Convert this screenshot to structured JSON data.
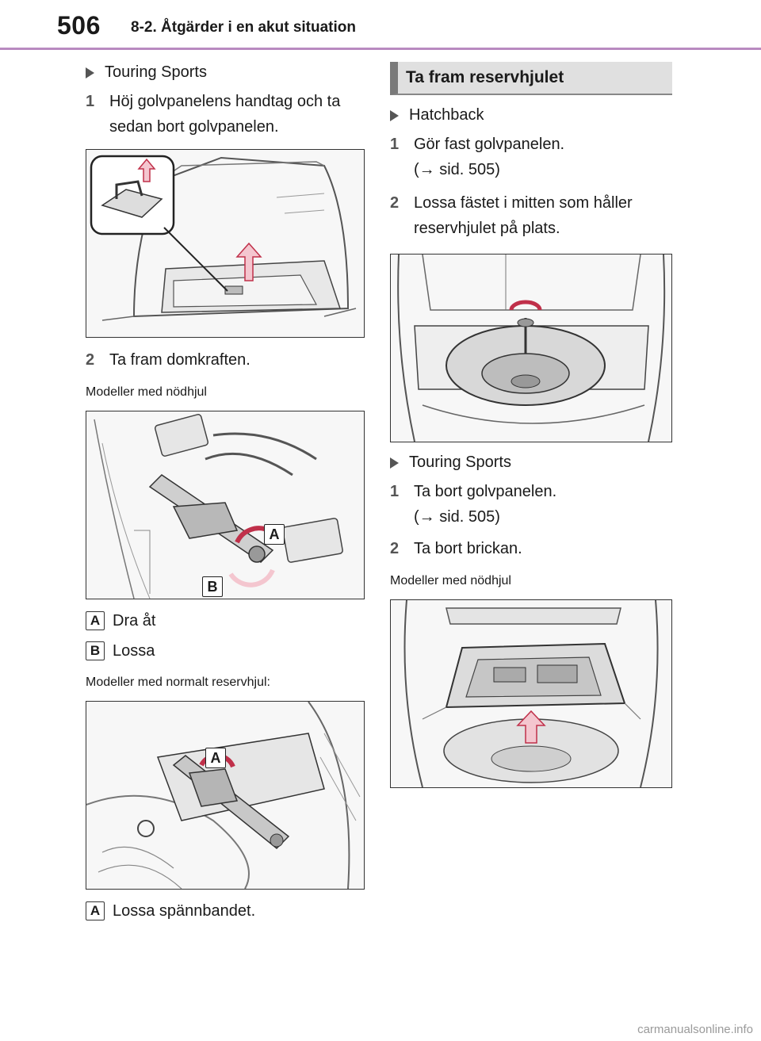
{
  "header": {
    "page_number": "506",
    "chapter": "8-2. Åtgärder i en akut situation"
  },
  "left": {
    "variant_1": "Touring Sports",
    "step_1": {
      "num": "1",
      "text": "Höj golvpanelens handtag och ta sedan bort golvpanelen."
    },
    "step_2": {
      "num": "2",
      "text": "Ta fram domkraften."
    },
    "subhead_1": "Modeller med nödhjul",
    "legend_1": [
      {
        "badge": "A",
        "text": "Dra åt"
      },
      {
        "badge": "B",
        "text": "Lossa"
      }
    ],
    "subhead_2": "Modeller med normalt reservhjul:",
    "legend_2": {
      "badge": "A",
      "text": "Lossa spännbandet."
    },
    "fig2_labels": {
      "a": "A",
      "b": "B"
    },
    "fig3_labels": {
      "a": "A"
    }
  },
  "right": {
    "section_title": "Ta fram reservhjulet",
    "variant_1": "Hatchback",
    "step_1": {
      "num": "1",
      "text": "Gör fast golvpanelen.",
      "ref": "(→ sid. 505)"
    },
    "step_2": {
      "num": "2",
      "text": "Lossa fästet i mitten som håller reservhjulet på plats."
    },
    "variant_2": "Touring Sports",
    "step_3": {
      "num": "1",
      "text": "Ta bort golvpanelen.",
      "ref": "(→ sid. 505)"
    },
    "step_4": {
      "num": "2",
      "text": "Ta bort brickan."
    },
    "subhead_1": "Modeller med nödhjul"
  },
  "watermark": "carmanualsonline.info",
  "colors": {
    "header_rule": "#b98ac0",
    "arrow_fill": "#f4c6cf",
    "arrow_stroke": "#c0304a"
  }
}
